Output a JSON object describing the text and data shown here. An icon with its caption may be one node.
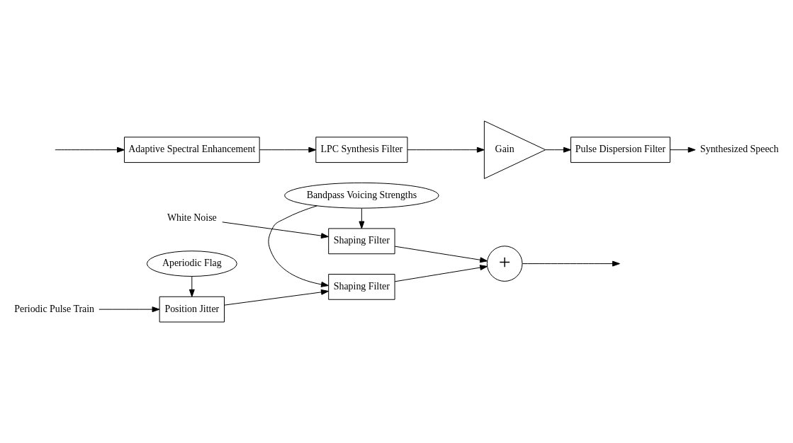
{
  "diagram": {
    "nodes": [
      {
        "text": [
          "Periodic Pulse Train"
        ]
      },
      {
        "text": [
          "Position Jitter"
        ]
      },
      {
        "text": [
          "Shaping Filter"
        ]
      },
      {
        "text": [
          "Aperiodic Flag"
        ]
      },
      {
        "text": [
          "Bandpass Voicing Strengths"
        ]
      },
      {
        "text": [
          "White Noise"
        ]
      },
      {
        "text": [
          "Shaping Filter"
        ]
      },
      {
        "text": [
          "+"
        ]
      },
      {
        "text": [
          "Adaptive Spectral Enhancement"
        ]
      },
      {
        "text": [
          "LPC Synthesis Filter"
        ]
      },
      {
        "text": [
          "Gain"
        ]
      },
      {
        "text": [
          "Pulse Dispersion Filter"
        ]
      },
      {
        "text": [
          "Synthesized Speech"
        ]
      }
    ],
    "edges": [
      {
        "from": 0,
        "to": 1,
        "arrow": "to"
      },
      {
        "from": 1,
        "to": 2,
        "arrow": "to"
      },
      {
        "from": 3,
        "to": 1,
        "arrow": "to"
      },
      {
        "from": 4,
        "to": 2,
        "arrow": "to"
      },
      {
        "from": 4,
        "to": 6,
        "arrow": "to"
      },
      {
        "from": 5,
        "to": 6,
        "arrow": "to"
      },
      {
        "from": 2,
        "to": 7,
        "arrow": "to"
      },
      {
        "from": 6,
        "to": 7,
        "arrow": "to"
      },
      {
        "from": 7,
        "to": null,
        "arrow": "to"
      },
      {
        "from": null,
        "to": 8,
        "arrow": "to"
      },
      {
        "from": 8,
        "to": 9,
        "arrow": "to"
      },
      {
        "from": 9,
        "to": 10,
        "arrow": "to"
      },
      {
        "from": 10,
        "to": 11,
        "arrow": "to"
      },
      {
        "from": 11,
        "to": 12,
        "arrow": "to"
      }
    ]
  }
}
